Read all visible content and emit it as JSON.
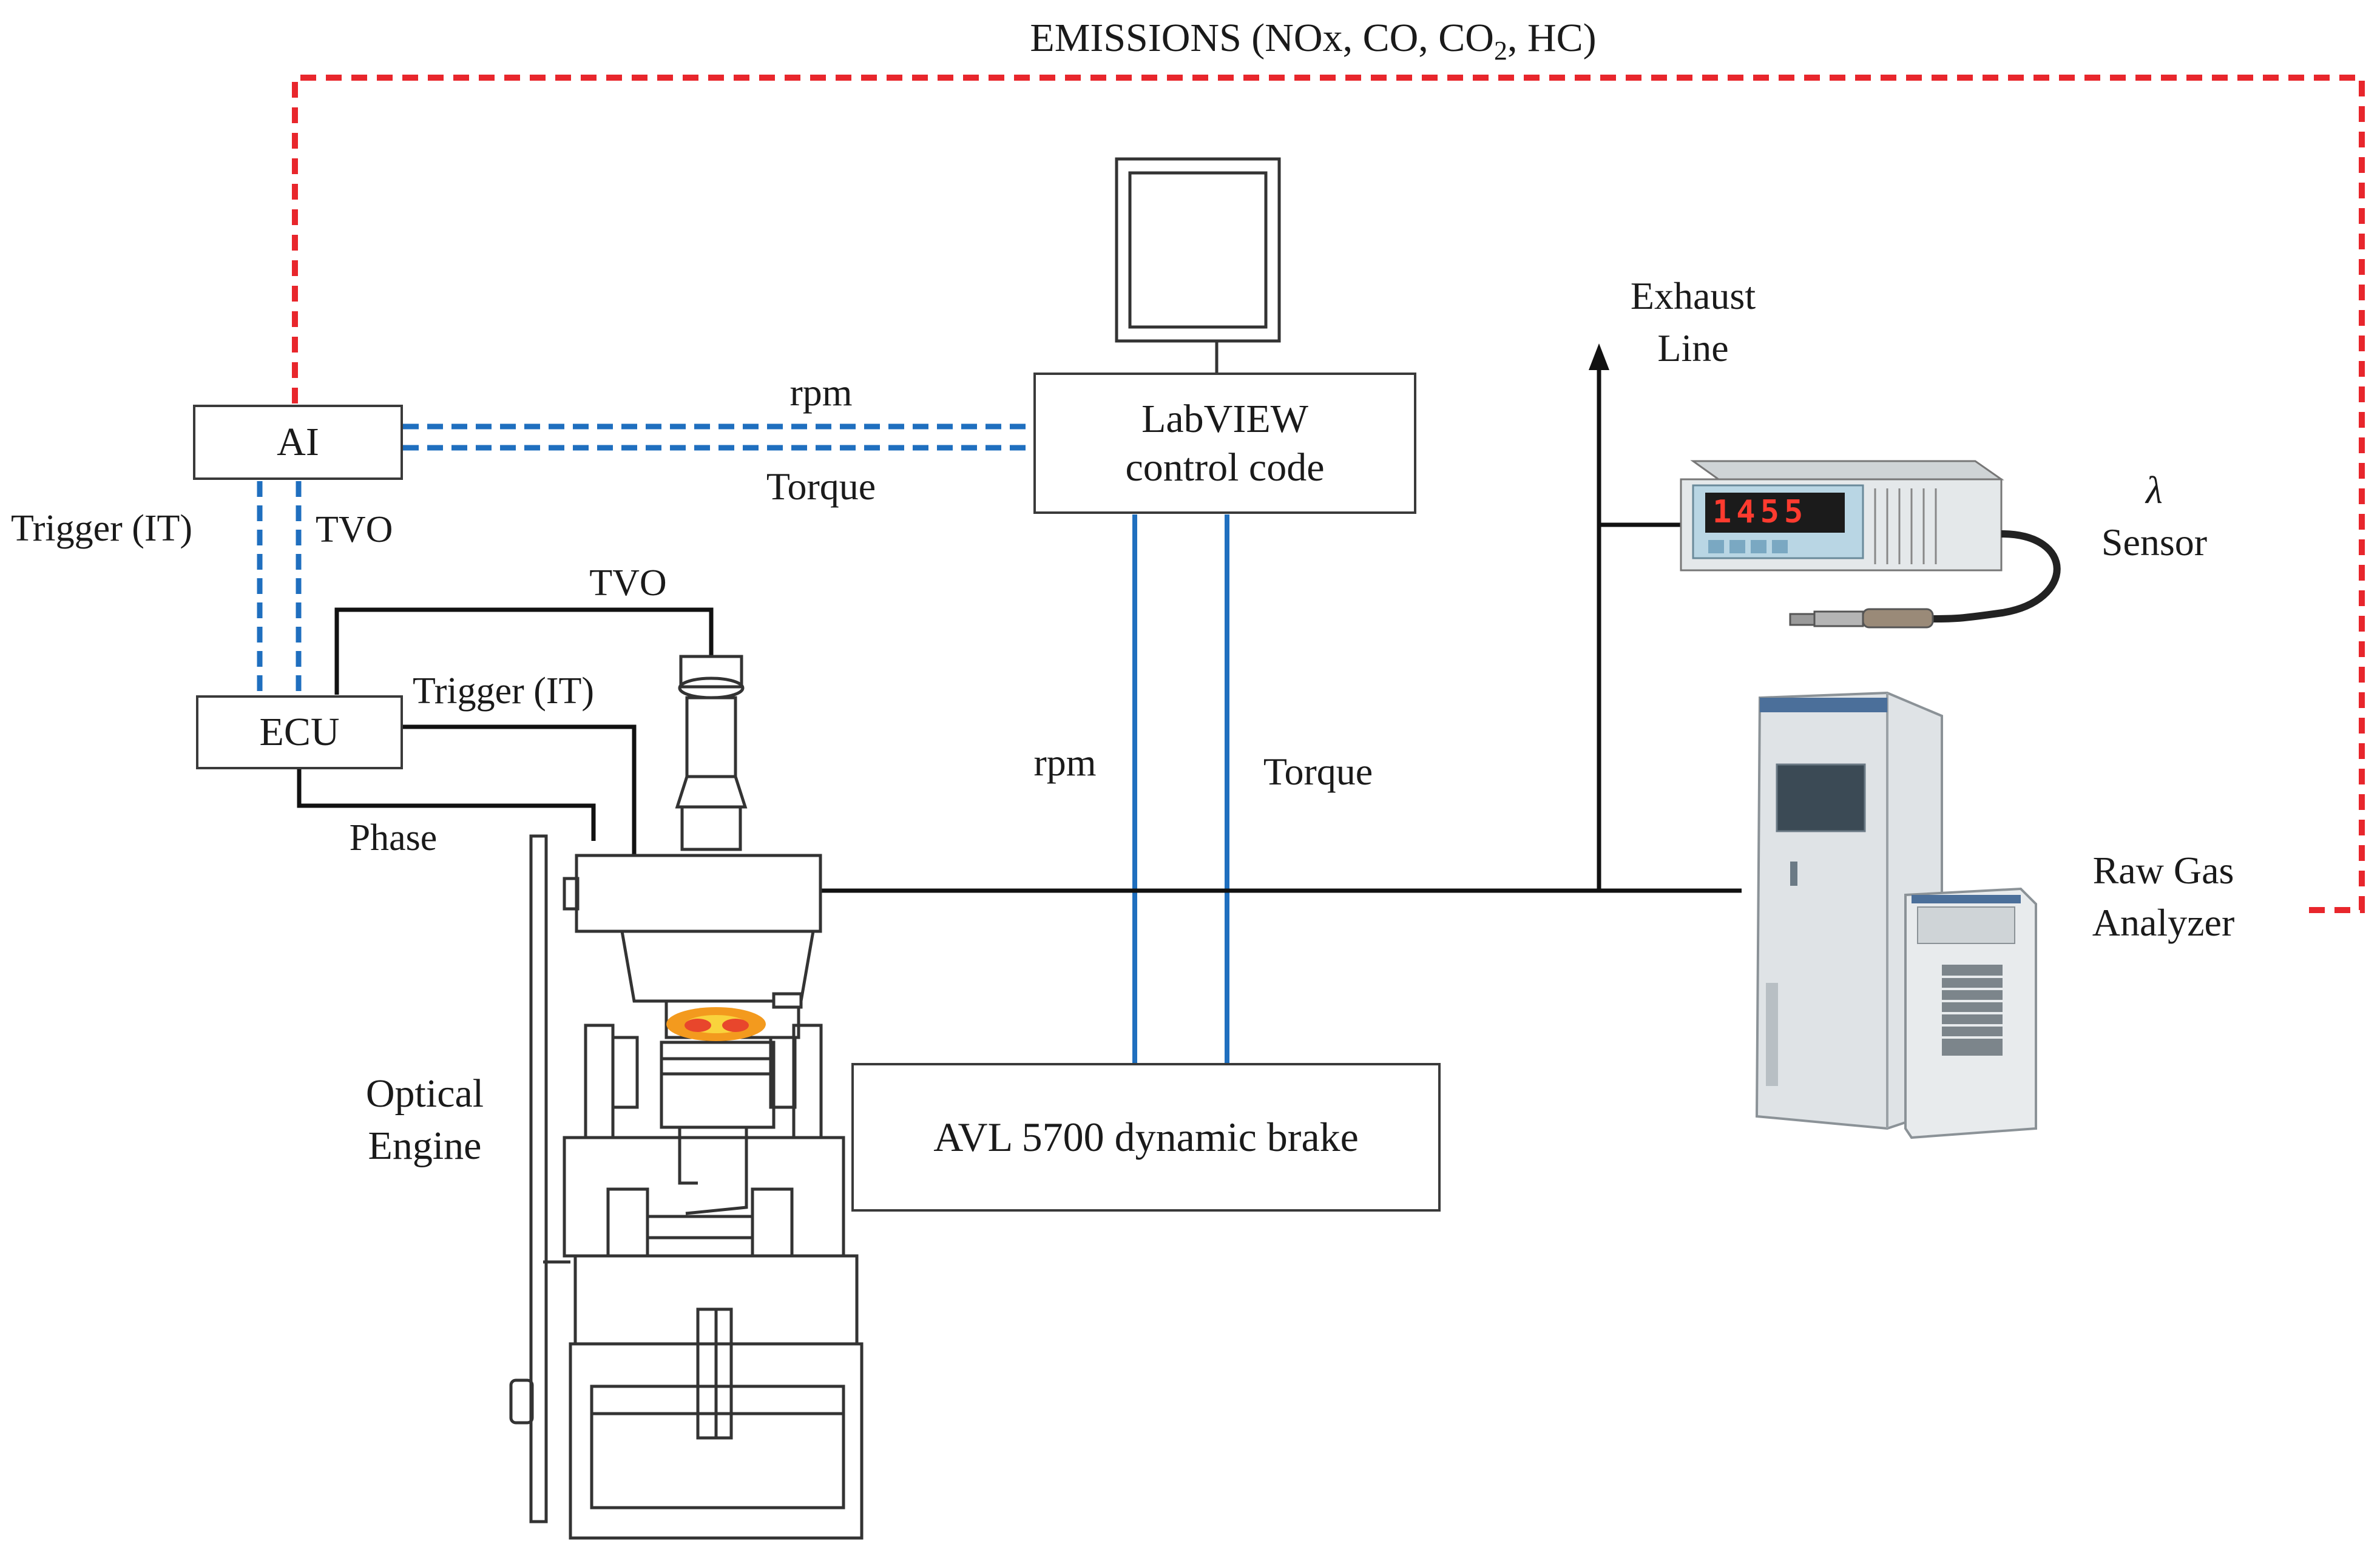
{
  "title": {
    "text": "EMISSIONS (NOx, CO, CO",
    "sub": "2",
    "tail": ", HC)"
  },
  "boxes": {
    "ai": "AI",
    "ecu": "ECU",
    "labview_line1": "LabVIEW",
    "labview_line2": "control code",
    "brake": "AVL 5700 dynamic brake"
  },
  "labels": {
    "rpm_top": "rpm",
    "torque_top": "Torque",
    "trigger_left": "Trigger (IT)",
    "tvo_left": "TVO",
    "tvo_engine": "TVO",
    "trigger_engine": "Trigger (IT)",
    "phase": "Phase",
    "rpm_mid": "rpm",
    "torque_mid": "Torque",
    "exhaust_line1": "Exhaust",
    "exhaust_line2": "Line",
    "lambda_symbol": "λ",
    "lambda_sensor": "Sensor",
    "analyzer_line1": "Raw Gas",
    "analyzer_line2": "Analyzer",
    "engine_line1": "Optical",
    "engine_line2": "Engine",
    "lambda_display": "1455"
  },
  "colors": {
    "emissions_line": "#e8262c",
    "daq_line": "#1f6fbf",
    "wire": "#111111",
    "flame": "#f39a1e"
  }
}
